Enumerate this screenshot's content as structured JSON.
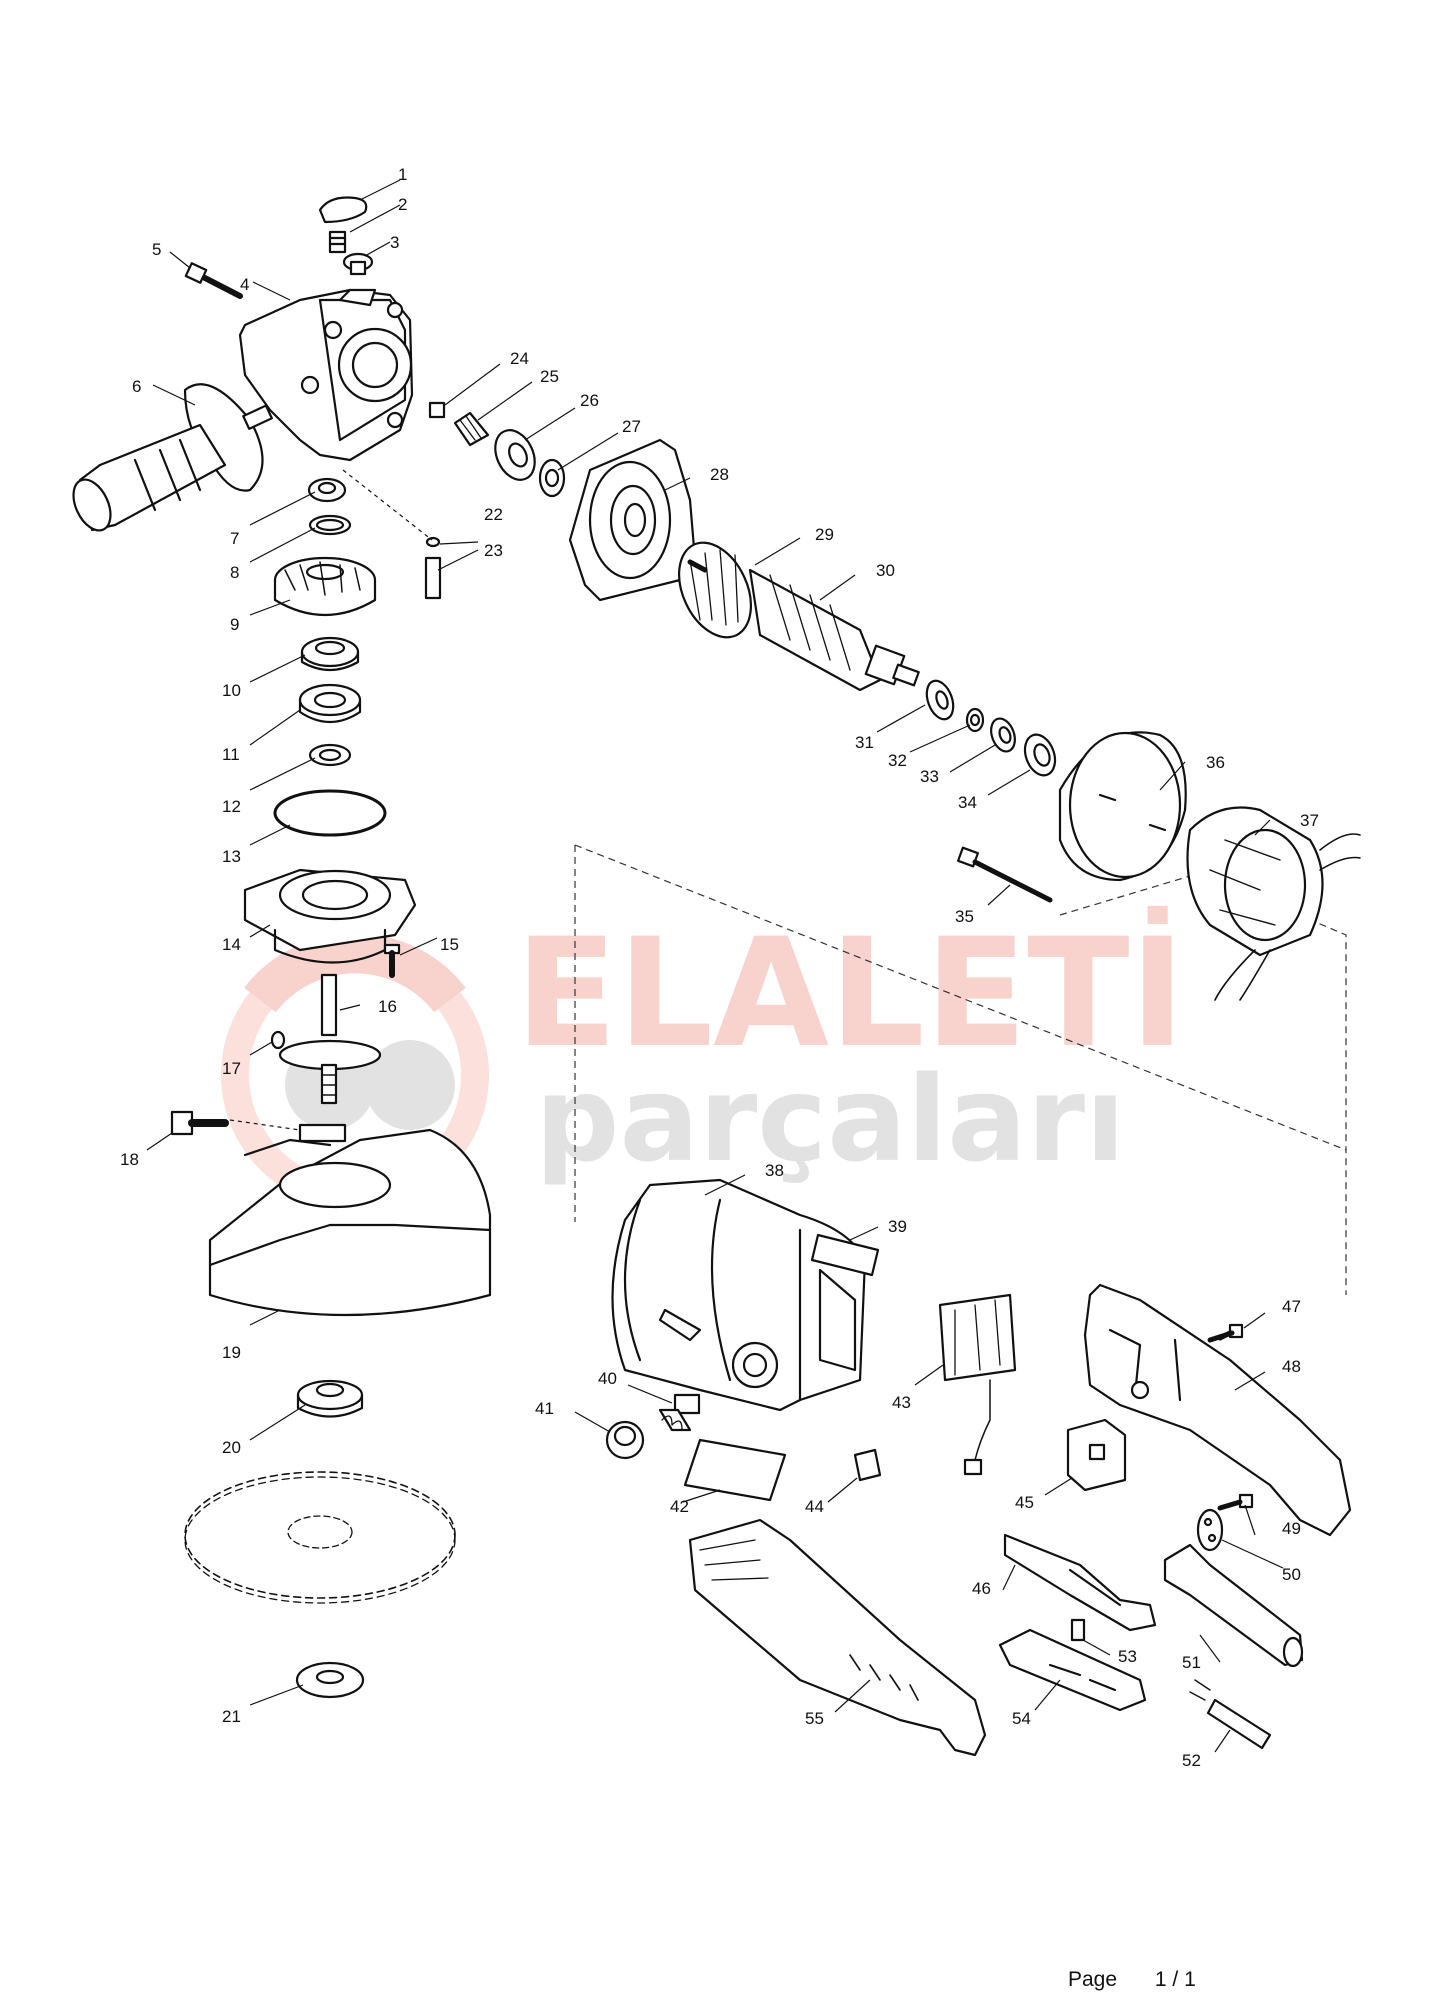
{
  "watermark": {
    "line1": "ELALETİ",
    "line2": "parçaları",
    "color_primary": "#e8614d",
    "color_secondary": "#9a9a9a"
  },
  "callouts": [
    "1",
    "2",
    "3",
    "4",
    "5",
    "6",
    "7",
    "8",
    "9",
    "10",
    "11",
    "12",
    "13",
    "14",
    "15",
    "16",
    "17",
    "18",
    "19",
    "20",
    "21",
    "22",
    "23",
    "24",
    "25",
    "26",
    "27",
    "28",
    "29",
    "30",
    "31",
    "32",
    "33",
    "34",
    "35",
    "36",
    "37",
    "38",
    "39",
    "40",
    "41",
    "42",
    "43",
    "44",
    "45",
    "46",
    "47",
    "48",
    "49",
    "50",
    "51",
    "52",
    "53",
    "54",
    "55"
  ],
  "footer": {
    "label": "Page",
    "page": "1 / 1"
  }
}
